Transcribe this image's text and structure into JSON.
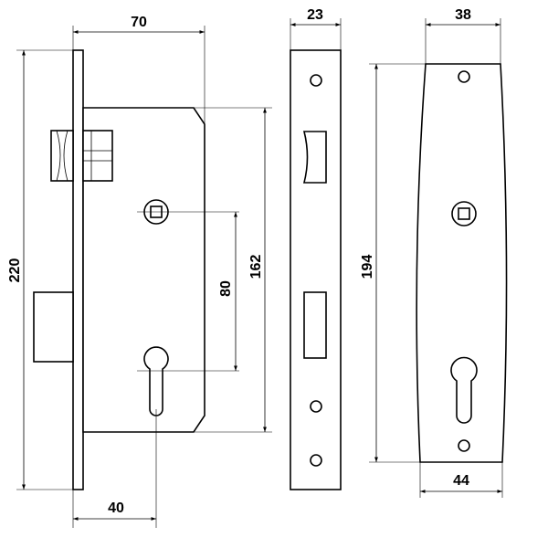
{
  "dimensions": {
    "lock_depth": "70",
    "faceplate_width": "23",
    "escutcheon_top_width": "38",
    "lock_total_height": "220",
    "case_height": "162",
    "center_distance": "80",
    "escutcheon_height": "194",
    "backset": "40",
    "escutcheon_bottom_width": "44"
  },
  "colors": {
    "line": "#000000",
    "background": "#ffffff"
  }
}
